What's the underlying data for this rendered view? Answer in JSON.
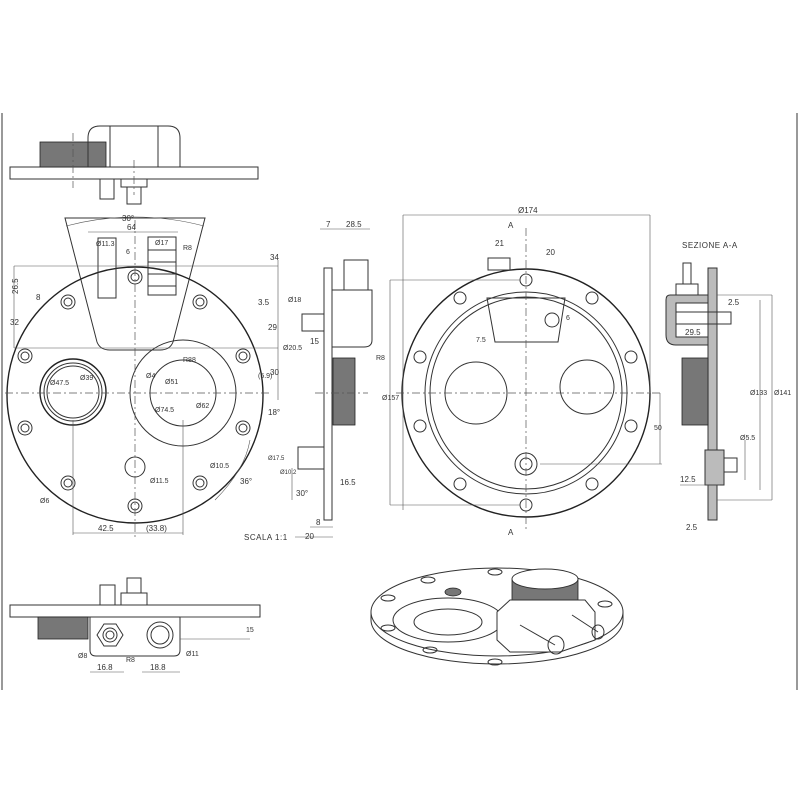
{
  "front_view": {
    "dims": {
      "angle_top": "30°",
      "w64": "64",
      "d11_3": "Ø11.3",
      "d17": "Ø17",
      "r8_top": "R8",
      "w6": "6",
      "h26_5": "26.5",
      "h8": "8",
      "h32": "32",
      "h34": "34",
      "h3_5": "3.5",
      "h29": "29",
      "h30": "30",
      "h5_9": "(5.9)",
      "d47_5": "Ø47.5",
      "d39": "Ø39",
      "r88": "R88",
      "d4": "Ø4",
      "d51": "Ø51",
      "d74_5": "Ø74.5",
      "d62": "Ø62",
      "angle18": "18°",
      "d11_5": "Ø11.5",
      "d10_5": "Ø10.5",
      "angle36": "36°",
      "d6": "Ø6",
      "w42_5": "42.5",
      "w33_8": "(33.8)"
    },
    "scale": "SCALA 1:1"
  },
  "side_view": {
    "dims": {
      "w7": "7",
      "w28_5": "28.5",
      "d18": "Ø18",
      "d20_5": "Ø20.5",
      "w15": "15",
      "r8": "R8",
      "d17_5": "Ø17.5",
      "d10_2": "Ø10.2",
      "angle30": "30°",
      "w16_5": "16.5",
      "w8": "8",
      "w20": "20"
    }
  },
  "rear_view": {
    "dims": {
      "d174": "Ø174",
      "w21": "21",
      "w20": "20",
      "h6": "6",
      "h7_5": "7.5",
      "d157": "Ø157",
      "h50": "50",
      "sec_a1": "A",
      "sec_a2": "A"
    }
  },
  "section_view": {
    "title": "SEZIONE A-A",
    "dims": {
      "w2_5a": "2.5",
      "w29_5": "29.5",
      "d133": "Ø133",
      "d141": "Ø141",
      "d5_5": "Ø5.5",
      "w12_5": "12.5",
      "w2_5b": "2.5"
    }
  },
  "bottom_view": {
    "dims": {
      "d8": "Ø8",
      "r8": "R8",
      "d11": "Ø11",
      "h15": "15",
      "w16_8": "16.8",
      "w18_8": "18.8"
    }
  }
}
